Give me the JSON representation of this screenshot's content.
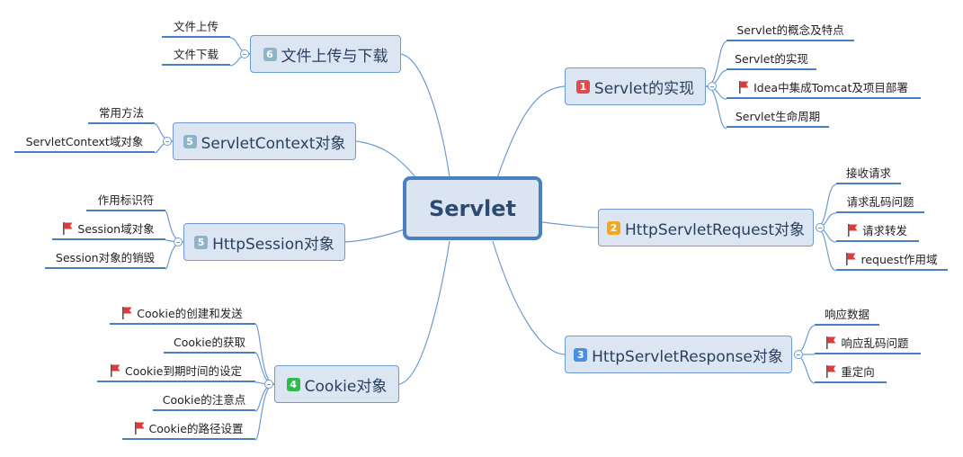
{
  "central": "Servlet",
  "colors": {
    "line": "#6f9bd2",
    "underline": "#4a7fc1",
    "flag": "#e0393a"
  },
  "branches": {
    "b1": {
      "num": "1",
      "label": "Servlet的实现",
      "badge_color": "#e04b4b",
      "leaves": [
        "Servlet的概念及特点",
        "Servlet的实现",
        "Idea中集成Tomcat及项目部署",
        "Servlet生命周期"
      ],
      "flags": [
        false,
        false,
        true,
        false
      ]
    },
    "b2": {
      "num": "2",
      "label": "HttpServletRequest对象",
      "badge_color": "#f5a623",
      "leaves": [
        "接收请求",
        "请求乱码问题",
        "请求转发",
        "request作用域"
      ],
      "flags": [
        false,
        false,
        true,
        true
      ]
    },
    "b3": {
      "num": "3",
      "label": "HttpServletResponse对象",
      "badge_color": "#4a8fe0",
      "leaves": [
        "响应数据",
        "响应乱码问题",
        "重定向"
      ],
      "flags": [
        false,
        true,
        true
      ]
    },
    "b4": {
      "num": "4",
      "label": "Cookie对象",
      "badge_color": "#2ebd4a",
      "leaves": [
        "Cookie的创建和发送",
        "Cookie的获取",
        "Cookie到期时间的设定",
        "Cookie的注意点",
        "Cookie的路径设置"
      ],
      "flags": [
        true,
        false,
        true,
        false,
        true
      ]
    },
    "b5a": {
      "num": "5",
      "label": "HttpSession对象",
      "badge_color": "#8fb3c8",
      "leaves": [
        "作用标识符",
        "Session域对象",
        "Session对象的销毁"
      ],
      "flags": [
        false,
        true,
        false
      ]
    },
    "b5b": {
      "num": "5",
      "label": "ServletContext对象",
      "badge_color": "#8fb3c8",
      "leaves": [
        "常用方法",
        "ServletContext域对象"
      ],
      "flags": [
        false,
        false
      ]
    },
    "b6": {
      "num": "6",
      "label": "文件上传与下载",
      "badge_color": "#8fb3c8",
      "leaves": [
        "文件上传",
        "文件下载"
      ],
      "flags": [
        false,
        false
      ]
    }
  }
}
